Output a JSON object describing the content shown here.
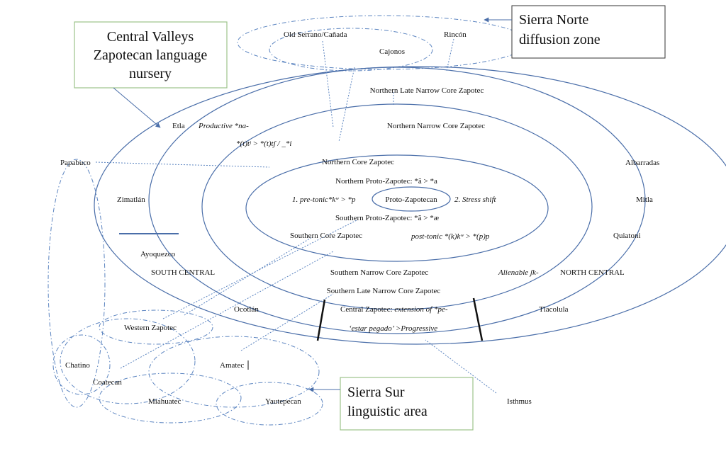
{
  "callouts": {
    "central_valleys": [
      "Central Valleys",
      "Zapotecan language",
      "nursery"
    ],
    "sierra_norte": [
      "Sierra Norte",
      "diffusion zone"
    ],
    "sierra_sur": [
      "Sierra Sur",
      "linguistic area"
    ]
  },
  "colors": {
    "ellipse_stroke": "#4a6ea9",
    "green_box": "#9cc38a",
    "dashed_line": "#5b84c0"
  },
  "north": {
    "old_serrano": "Old Serrano/Cañada",
    "rincon": "Rincón",
    "cajonos": "Cajonos"
  },
  "zones": {
    "northern_late_narrow": "Northern Late Narrow Core Zapotec",
    "northern_narrow": "Northern Narrow Core Zapotec",
    "northern_core": "Northern Core Zapotec",
    "northern_proto": "Northern Proto-Zapotec: *ã > *a",
    "proto": "Proto-Zapotecan",
    "southern_proto": "Southern Proto-Zapotec: *ã > *æ",
    "southern_core": "Southern Core Zapotec",
    "southern_narrow": "Southern Narrow Core Zapotec",
    "southern_late_narrow": "Southern Late Narrow Core Zapotec",
    "central_zapotec_prefix": "Central Zapotec: ",
    "central_zapotec_italic": "extension of *pe-",
    "central_zapotec_line2": "‘estar pegado’ >Progressive"
  },
  "changes": {
    "productive_na": "Productive *na-",
    "affricate": "*(t)tʲ > *(t)tʃ / _*i",
    "pretonic": "1. pre-tonic*kʷ > *p",
    "stress_shift": "2. Stress shift",
    "posttonic": "post-tonic *(k)kʷ > *(p)p",
    "alienable": "Alienable ʃk-"
  },
  "places": {
    "etla": "Etla",
    "papabuco": "Papabuco",
    "zimatlan": "Zimatlán",
    "ayoquezco": "Ayoquezco",
    "south_central": "SOUTH CENTRAL",
    "north_central": "NORTH CENTRAL",
    "albarradas": "Albarradas",
    "mitla": "Mitla",
    "quiatoni": "Quiatoni",
    "tlacolula": "Tlacolula",
    "ocotlan": "Ocotlán",
    "western_zapotec": "Western Zapotec",
    "chatino": "Chatino",
    "coatecan": "Coatecan",
    "amatec": "Amatec",
    "miahuatec": "Miahuatec",
    "yautepecan": "Yautepecan",
    "isthmus": "Isthmus"
  }
}
